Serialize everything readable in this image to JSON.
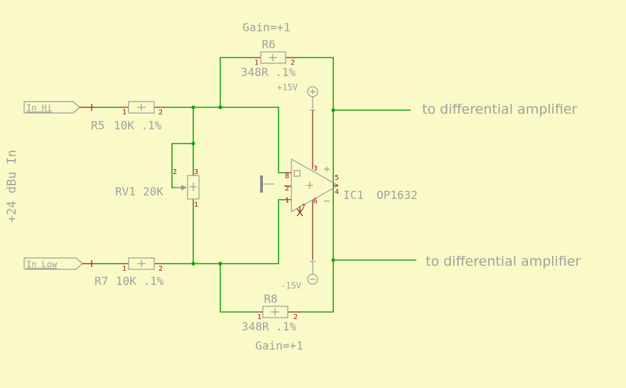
{
  "title_top": "Gain=+1",
  "title_bottom": "Gain=+1",
  "side_label": "+24 dBu In",
  "ports": {
    "in_hi": "In_Hi",
    "in_low": "In_Low"
  },
  "outputs": {
    "top": "to differential amplifier",
    "bottom": "to differential amplifier"
  },
  "supplies": {
    "pos": "+15V",
    "neg": "-15V"
  },
  "components": {
    "r5": {
      "ref": "R5",
      "value": "10K .1%"
    },
    "r7": {
      "ref": "R7",
      "value": "10K .1%"
    },
    "r6": {
      "ref": "R6",
      "value": "348R .1%"
    },
    "r8": {
      "ref": "R8",
      "value": "348R .1%"
    },
    "rv1": {
      "ref": "RV1",
      "value": "20K"
    },
    "ic1": {
      "ref": "IC1",
      "value": "OP1632"
    }
  },
  "pins": {
    "r5": [
      "1",
      "2"
    ],
    "r7": [
      "1",
      "2"
    ],
    "r6": [
      "1",
      "2"
    ],
    "r8": [
      "1",
      "2"
    ],
    "rv1": [
      "1",
      "2",
      "3"
    ],
    "ic1": [
      "1",
      "2",
      "3",
      "4",
      "5",
      "6",
      "7",
      "8"
    ]
  },
  "colors": {
    "background": "#fafac8",
    "wire": "#19a019",
    "pin": "#8b1a1a",
    "text": "#a0a0a0"
  }
}
